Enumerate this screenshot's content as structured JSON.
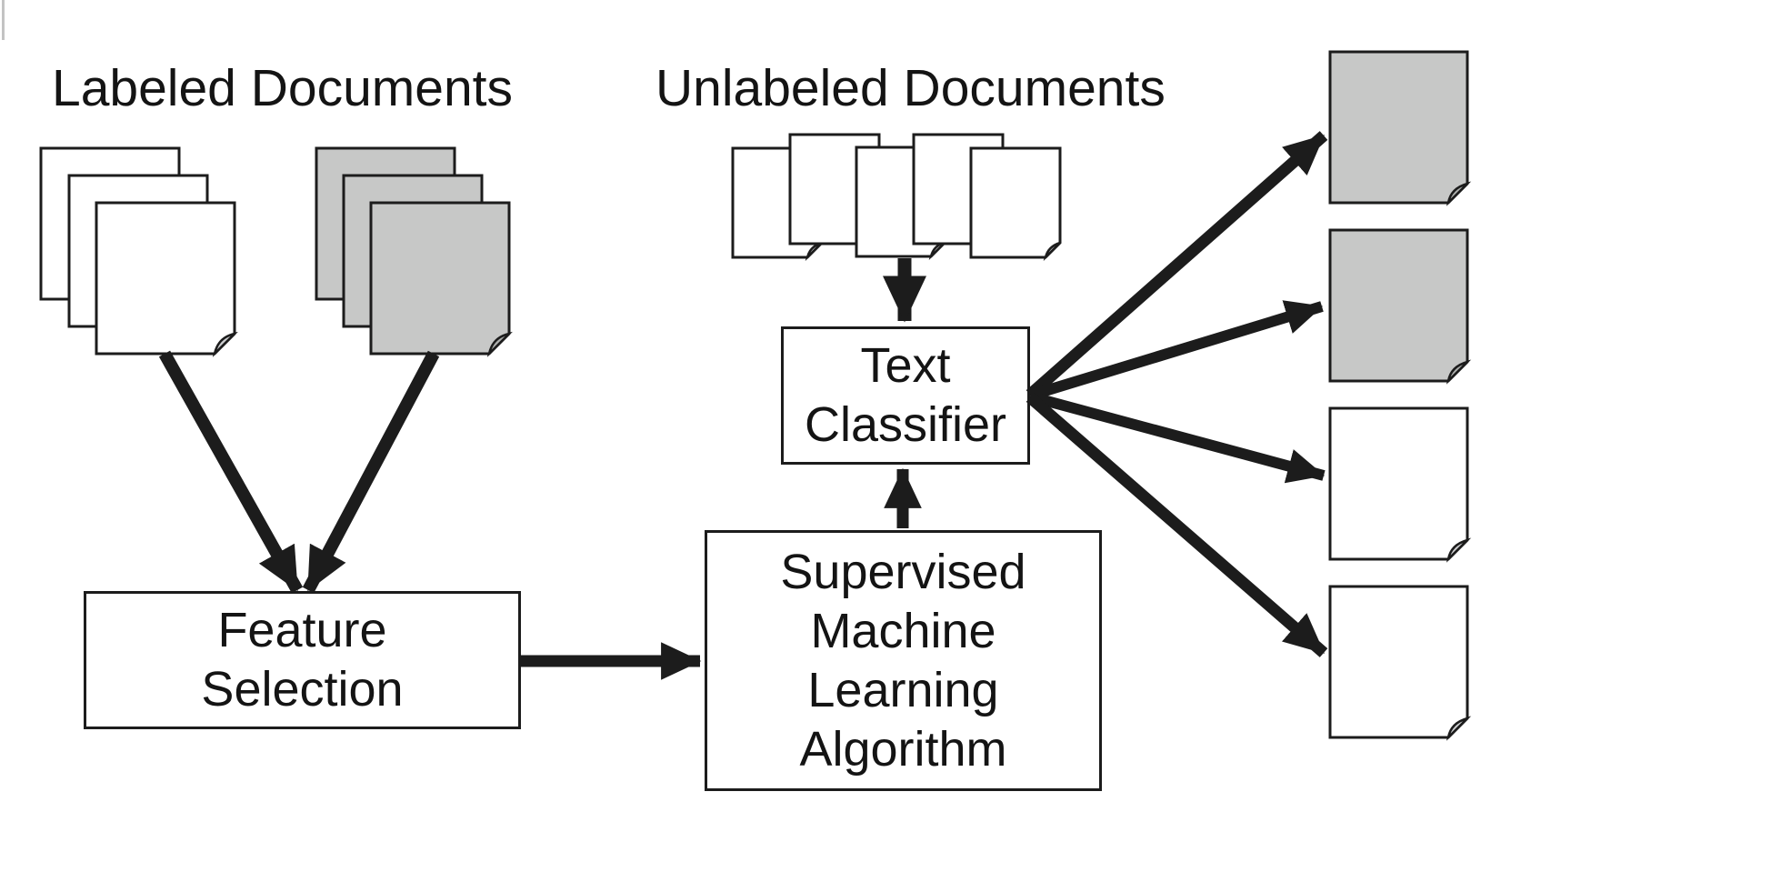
{
  "headings": {
    "labeled": "Labeled Documents",
    "unlabeled": "Unlabeled Documents"
  },
  "boxes": {
    "feature_selection": {
      "label": "Feature\nSelection"
    },
    "supervised_ml": {
      "label": "Supervised\nMachine\nLearning\nAlgorithm"
    },
    "text_classifier": {
      "label": "Text\nClassifier"
    }
  },
  "colors": {
    "arrow": "#1c1c1c",
    "outline": "#1c1c1c",
    "doc_white": "#ffffff",
    "doc_gray": "#c7c8c7",
    "fold_light": "#cdced0",
    "fold_dark": "#aeb0ae"
  },
  "documents": {
    "labeled_white_count": 3,
    "labeled_gray_count": 3,
    "unlabeled_count": 5,
    "output_docs": [
      "gray",
      "gray",
      "white",
      "white"
    ]
  }
}
